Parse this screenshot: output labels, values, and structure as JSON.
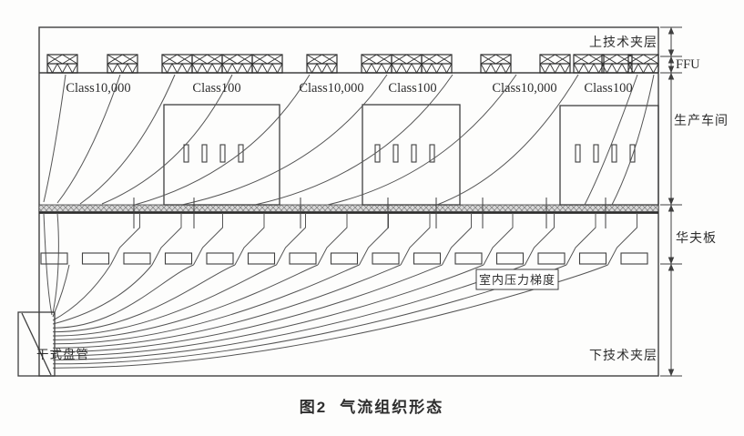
{
  "figure": {
    "caption_prefix": "图2",
    "caption_title": "气流组织形态"
  },
  "labels": {
    "upper_plenum": "上技术夹层",
    "ffu": "FFU",
    "workshop": "生产车间",
    "waffle_slab": "华夫板",
    "lower_plenum": "下技术夹层",
    "pressure_gradient": "室内压力梯度",
    "dry_coil": "干式盘管"
  },
  "zones": [
    {
      "label": "Class10,000"
    },
    {
      "label": "Class100"
    },
    {
      "label": "Class10,000"
    },
    {
      "label": "Class100"
    },
    {
      "label": "Class10,000"
    },
    {
      "label": "Class100"
    }
  ],
  "icons": {
    "ffu_unit": "ffu-filter-unit-icon",
    "waffle_hatch": "hatched-slab-icon"
  },
  "colors": {
    "line": "#3f3f3f",
    "hatch_fill": "#d9d9d9",
    "hatch_stroke": "#7a7a7a",
    "background": "#fdfdfc",
    "text": "#2e2e2e"
  }
}
